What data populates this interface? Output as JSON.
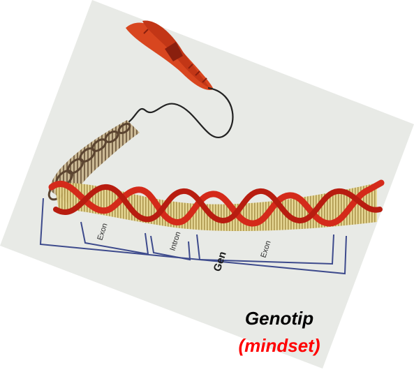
{
  "diagram": {
    "labels": {
      "exon_left": "Exon",
      "intron": "Intron",
      "exon_right": "Exon",
      "gene": "Gen"
    },
    "caption": {
      "main": "Genotip",
      "sub": "(mindset)"
    },
    "colors": {
      "panel": "#e4e6e2",
      "chromosome": "#d8461f",
      "chromosome_band": "#8a1f0e",
      "helix_strand": "#d42a1a",
      "base_pairs": "#c9b765",
      "coil": "#8c7154",
      "bracket": "#3d4a8c",
      "thread": "#222222",
      "caption_main": "#000000",
      "caption_sub": "#ff0000"
    }
  }
}
